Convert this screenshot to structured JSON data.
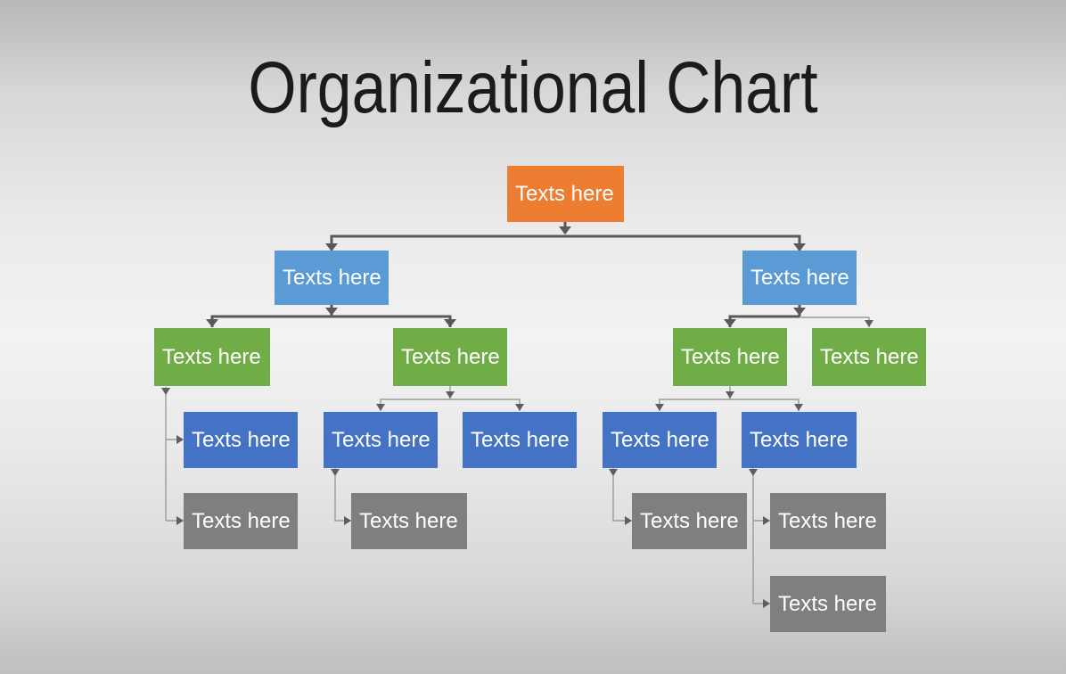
{
  "title": "Organizational Chart",
  "palette": {
    "root_orange": "#ED7D31",
    "branch_light_blue": "#5B9BD5",
    "dept_green": "#70AD47",
    "team_dark_blue": "#4472C4",
    "sub_gray": "#7F7F7F",
    "connector_thick": "#595959",
    "connector_thin": "#9B9B9B",
    "node_text": "#FFFFFF",
    "title_text": "#1B1B1B",
    "background_top": "#B7B7B7",
    "background_middle": "#F2F2F2",
    "background_bottom": "#BFBFBF"
  },
  "nodes": {
    "root": {
      "label": "Texts here",
      "level": 1,
      "color": "orange"
    },
    "branch_left": {
      "label": "Texts here",
      "level": 2,
      "color": "light_blue"
    },
    "branch_right": {
      "label": "Texts here",
      "level": 2,
      "color": "light_blue"
    },
    "dept_1": {
      "label": "Texts here",
      "level": 3,
      "color": "green"
    },
    "dept_2": {
      "label": "Texts here",
      "level": 3,
      "color": "green"
    },
    "dept_3": {
      "label": "Texts here",
      "level": 3,
      "color": "green"
    },
    "dept_4": {
      "label": "Texts here",
      "level": 3,
      "color": "green"
    },
    "team_1": {
      "label": "Texts here",
      "level": 4,
      "color": "dark_blue"
    },
    "team_2": {
      "label": "Texts here",
      "level": 4,
      "color": "dark_blue"
    },
    "team_3": {
      "label": "Texts here",
      "level": 4,
      "color": "dark_blue"
    },
    "team_4": {
      "label": "Texts here",
      "level": 4,
      "color": "dark_blue"
    },
    "team_5": {
      "label": "Texts here",
      "level": 4,
      "color": "dark_blue"
    },
    "sub_1": {
      "label": "Texts here",
      "level": 5,
      "color": "gray"
    },
    "sub_2": {
      "label": "Texts here",
      "level": 5,
      "color": "gray"
    },
    "sub_3": {
      "label": "Texts here",
      "level": 5,
      "color": "gray"
    },
    "sub_4": {
      "label": "Texts here",
      "level": 5,
      "color": "gray"
    },
    "sub_5": {
      "label": "Texts here",
      "level": 5,
      "color": "gray"
    }
  },
  "hierarchy_edges": [
    [
      "root",
      "branch_left"
    ],
    [
      "root",
      "branch_right"
    ],
    [
      "branch_left",
      "dept_1"
    ],
    [
      "branch_left",
      "dept_2"
    ],
    [
      "branch_right",
      "dept_3"
    ],
    [
      "branch_right",
      "dept_4"
    ],
    [
      "dept_1",
      "team_1"
    ],
    [
      "dept_1",
      "sub_1"
    ],
    [
      "dept_2",
      "team_2"
    ],
    [
      "dept_2",
      "team_3"
    ],
    [
      "dept_3",
      "team_4"
    ],
    [
      "dept_3",
      "team_5"
    ],
    [
      "team_2",
      "sub_2"
    ],
    [
      "team_4",
      "sub_3"
    ],
    [
      "team_5",
      "sub_4"
    ],
    [
      "team_5",
      "sub_5"
    ]
  ]
}
